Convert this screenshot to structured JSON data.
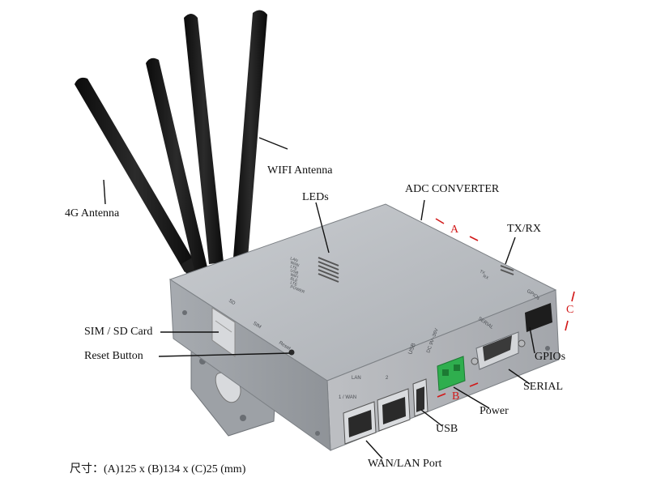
{
  "labels": {
    "wifi_antenna": "WIFI Antenna",
    "antenna_4g": "4G Antenna",
    "leds": "LEDs",
    "adc_converter": "ADC CONVERTER",
    "tx_rx": "TX/RX",
    "sim_sd_card": "SIM / SD Card",
    "reset_button": "Reset Button",
    "gpios": "GPIOs",
    "serial": "SERIAL",
    "power": "Power",
    "usb": "USB",
    "wan_lan_port": "WAN/LAN Port"
  },
  "dimension_markers": {
    "a": "A",
    "b": "B",
    "c": "C"
  },
  "caption": "尺寸：(A)125 x (B)134 x (C)25 (mm)",
  "device_print": {
    "sd": "SD",
    "sim": "SIM",
    "reset": "Reset",
    "usb": "USB",
    "dc_input": "DC 9V~36V",
    "serial": "SERIAL",
    "gpios": "GPIOs",
    "lan": "LAN",
    "wan": "1 / WAN",
    "port2": "2",
    "tx": "TX",
    "rx": "RX",
    "led_names": [
      "LAN",
      "WAN",
      "LTE",
      "USB",
      "WiFi",
      "BLE",
      "LTE",
      "POWER"
    ]
  },
  "colors": {
    "device_body": "#b9bcc0",
    "antenna": "#151515",
    "terminal_block": "#2fae4e",
    "dimension_marker": "#d21818"
  }
}
